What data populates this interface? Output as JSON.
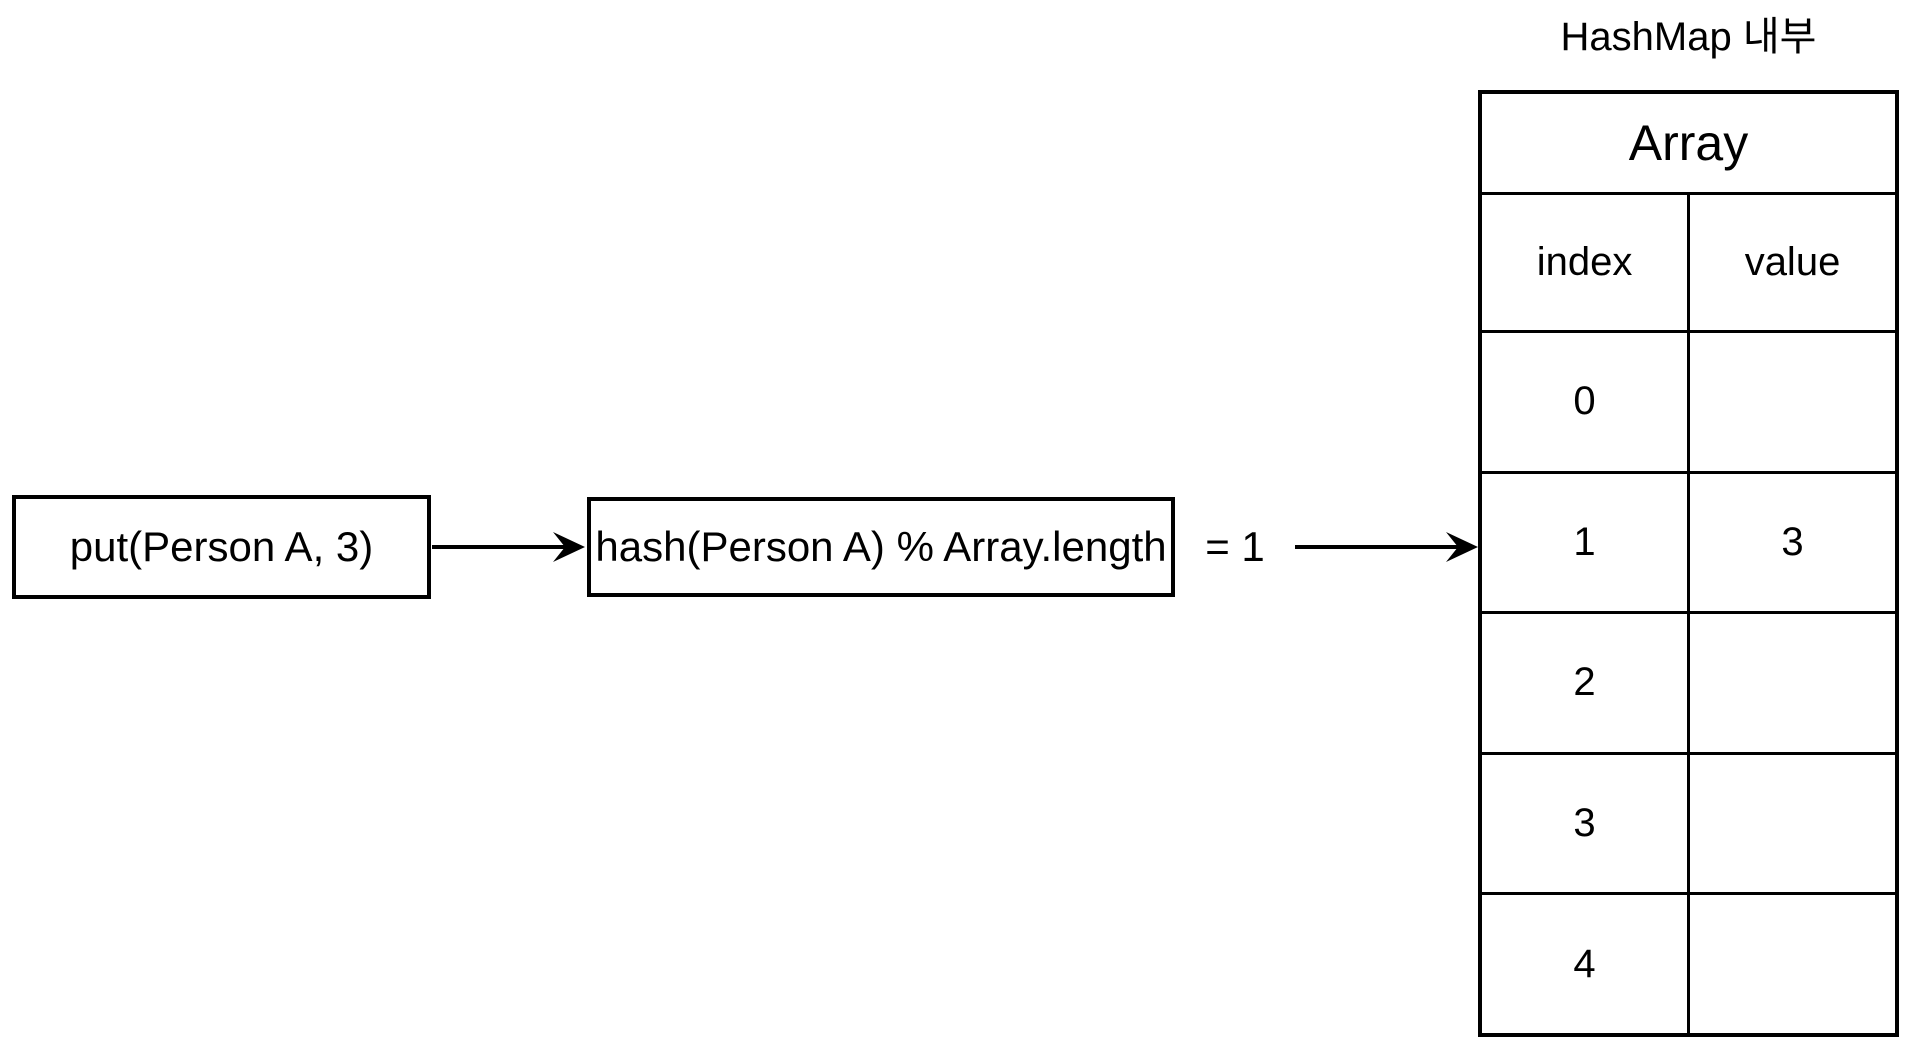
{
  "diagram": {
    "put_box": {
      "label": "put(Person A, 3)"
    },
    "hash_box": {
      "label": "hash(Person A) % Array.length"
    },
    "result": {
      "label": "= 1"
    }
  },
  "hashmap": {
    "title": "HashMap 내부",
    "array_header": "Array",
    "columns": {
      "index": "index",
      "value": "value"
    },
    "rows": [
      {
        "index": "0",
        "value": ""
      },
      {
        "index": "1",
        "value": "3"
      },
      {
        "index": "2",
        "value": ""
      },
      {
        "index": "3",
        "value": ""
      },
      {
        "index": "4",
        "value": ""
      }
    ]
  },
  "colors": {
    "stroke": "#000000",
    "background": "#ffffff",
    "text": "#000000"
  }
}
